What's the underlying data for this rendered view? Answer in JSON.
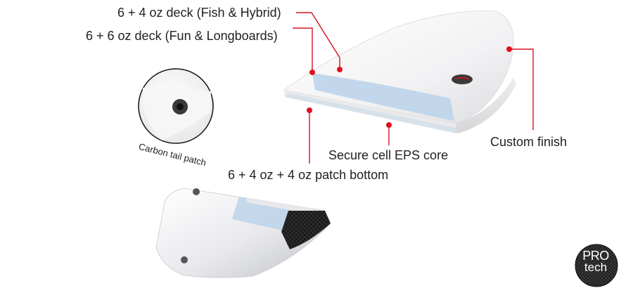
{
  "callouts": {
    "fish_hybrid": "6 + 4 oz deck (Fish & Hybrid)",
    "fun_longboards": "6 + 6 oz deck (Fun & Longboards)",
    "custom_finish": "Custom finish",
    "eps_core": "Secure cell EPS core",
    "patch_bottom": "6 + 4 oz + 4 oz patch bottom",
    "carbon_tail": "Carbon tail patch"
  },
  "badge": {
    "line1": "PRO",
    "line2": "tech"
  },
  "colors": {
    "callout_line": "#d8121e",
    "callout_dot": "#e0101c",
    "eps_stripe": "#bcd4ea",
    "board_white": "#f3f3f5",
    "carbon": "#1c1c1c",
    "badge_bg": "#222222"
  }
}
